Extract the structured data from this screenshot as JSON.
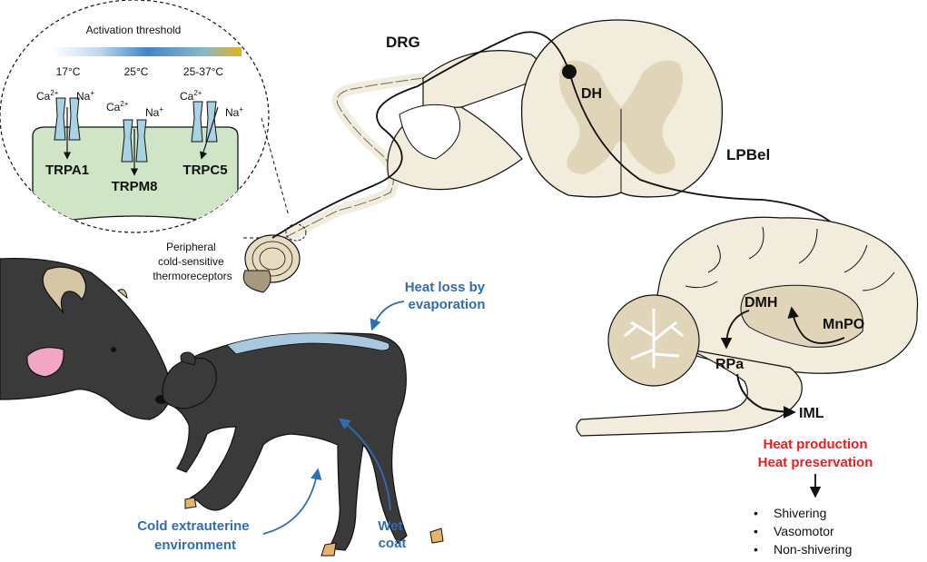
{
  "inset": {
    "activation_threshold": "Activation threshold",
    "temps": [
      "17°C",
      "25°C",
      "25-37°C"
    ],
    "ion_ca": "Ca",
    "ion_ca_sup": "2+",
    "ion_na": "Na",
    "ion_na_sup": "+",
    "channels": [
      "TRPA1",
      "TRPM8",
      "TRPC5"
    ]
  },
  "receptor_caption": [
    "Peripheral",
    "cold-sensitive",
    "thermoreceptors"
  ],
  "spinal": {
    "drg": "DRG",
    "dh": "DH"
  },
  "brain": {
    "lpbel": "LPBel",
    "dmh": "DMH",
    "mnpo": "MnPO",
    "rpa": "RPa",
    "iml": "IML"
  },
  "calf": {
    "heat_loss": [
      "Heat loss by",
      "evaporation"
    ],
    "cold_env": [
      "Cold extrauterine",
      "environment"
    ],
    "wet_coat": [
      "Wet",
      "coat"
    ]
  },
  "responses": {
    "heat_production": "Heat production",
    "heat_preservation": "Heat preservation",
    "bullet": "•",
    "items": [
      "Shivering",
      "Vasomotor",
      "Non-shivering"
    ]
  },
  "colors": {
    "blue_label": "#2f6db5",
    "red_label": "#ee1c1c",
    "tissue": "#f1ecdc",
    "grey_matter": "#e0d5b9",
    "membrane": "#cfe5c6",
    "channel": "#a8d3e3",
    "animal": "#3a3a3a"
  }
}
